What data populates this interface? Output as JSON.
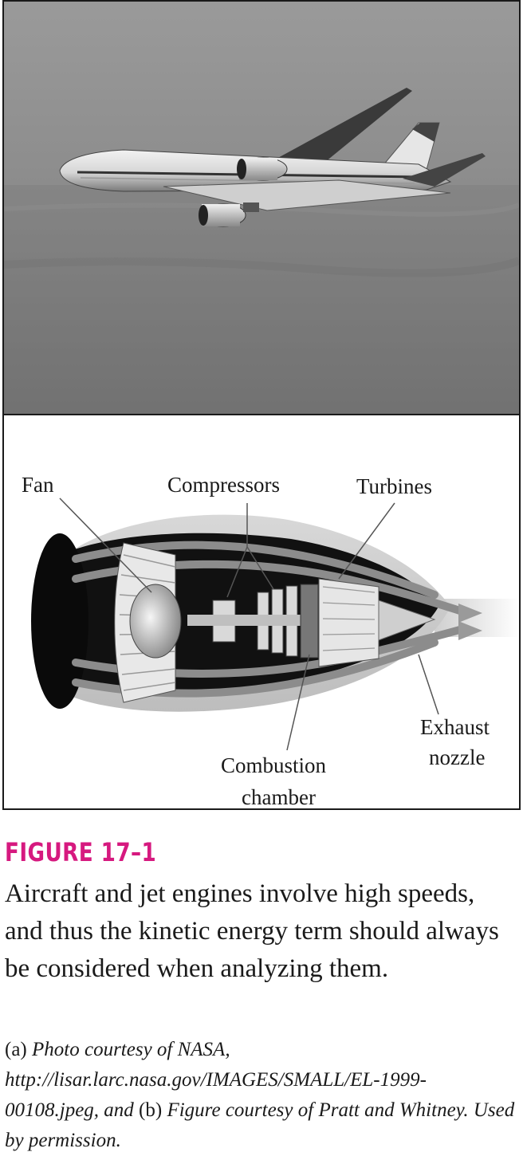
{
  "figure": {
    "photo": {
      "subject": "aircraft-photo"
    },
    "diagram": {
      "labels": {
        "fan": "Fan",
        "compressors": "Compressors",
        "turbines": "Turbines",
        "exhaust_1": "Exhaust",
        "exhaust_2": "nozzle",
        "combustion_1": "Combustion",
        "combustion_2": "chamber"
      }
    },
    "label": "FIGURE 17–1",
    "caption": "Aircraft and jet engines involve high speeds, and thus the kinetic energy term should always be considered when analyzing them.",
    "credit": {
      "part_a": "(a)",
      "text_a": "Photo courtesy of NASA, http://lisar.larc.nasa.gov/IMAGES/SMALL/EL-1999-00108.jpeg, and",
      "part_b": "(b)",
      "text_b": "Figure courtesy of Pratt and Whitney. Used by permission."
    },
    "colors": {
      "label": "#d6197f",
      "text": "#1a1a1a"
    }
  }
}
